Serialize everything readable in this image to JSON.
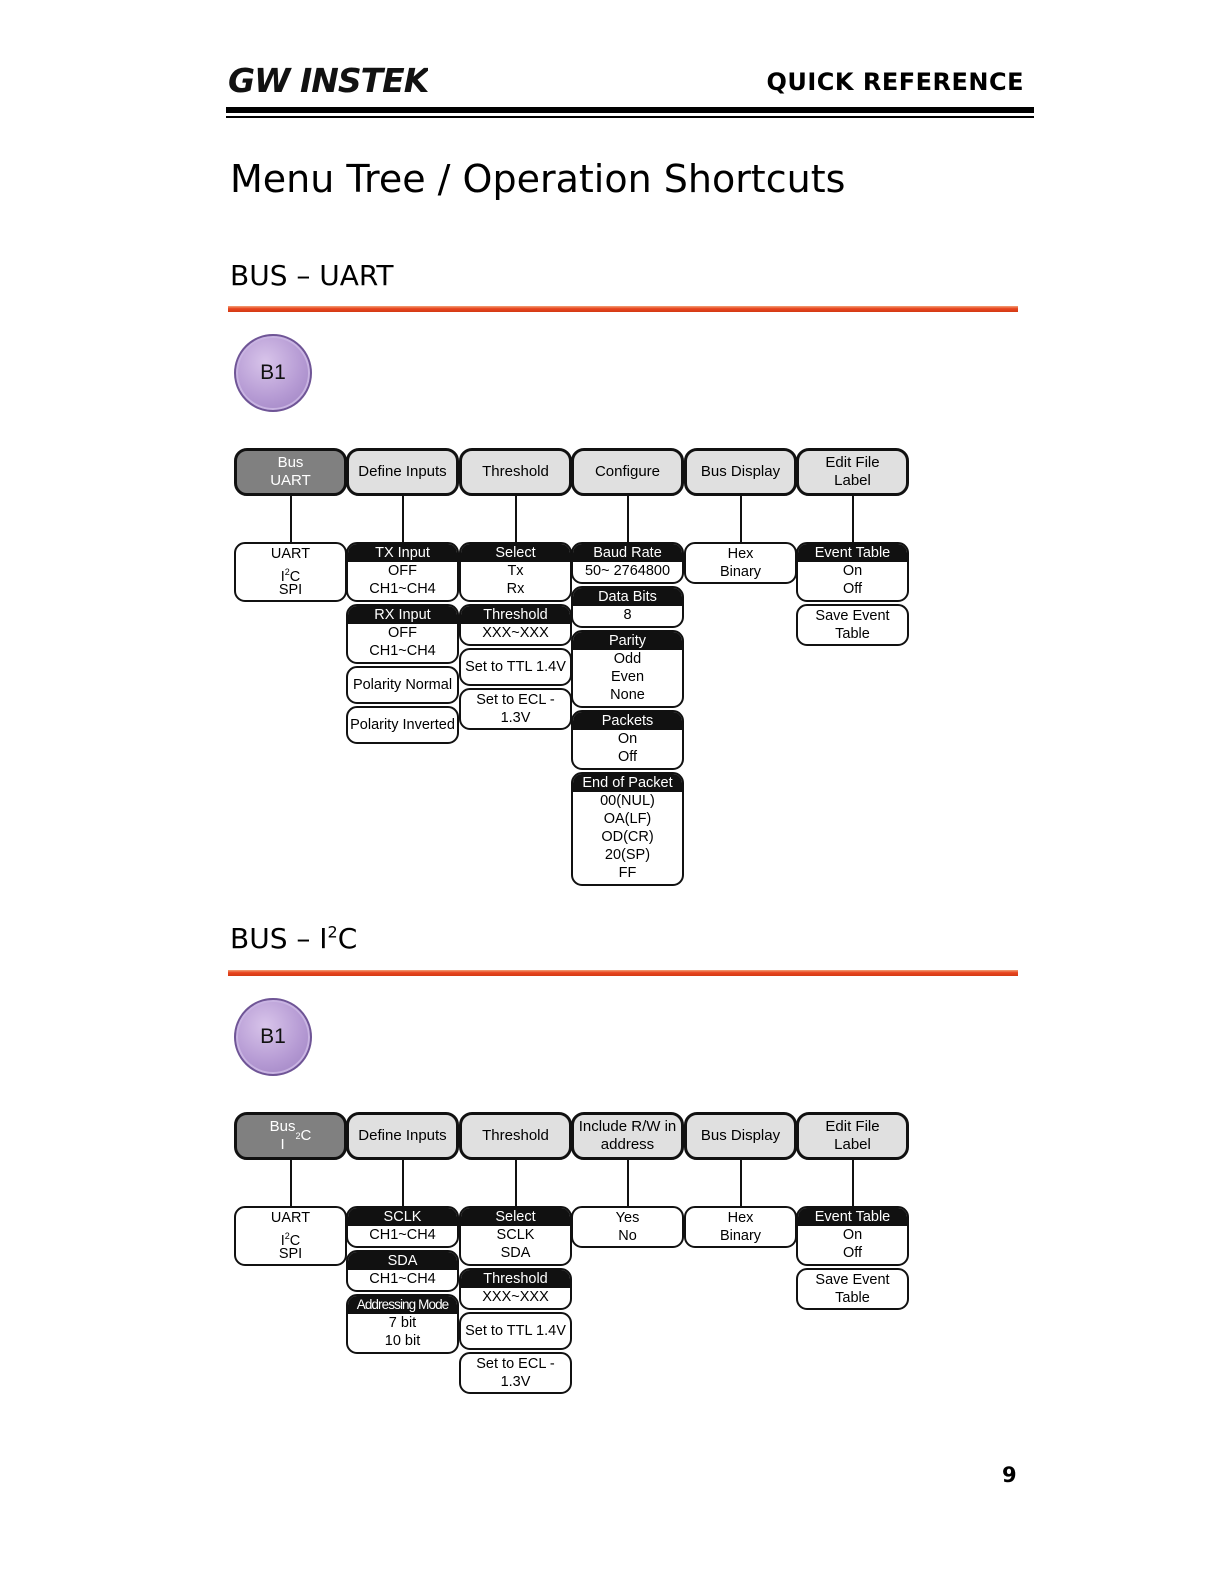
{
  "header": {
    "brand": "GW INSTEK",
    "title": "QUICK REFERENCE"
  },
  "page_title": "Menu Tree / Operation Shortcuts",
  "sections": [
    {
      "title": "BUS – UART",
      "bus_key": "B1",
      "softkeys": [
        {
          "label": "Bus\nUART",
          "active": true
        },
        {
          "label": "Define Inputs"
        },
        {
          "label": "Threshold"
        },
        {
          "label": "Configure"
        },
        {
          "label": "Bus Display"
        },
        {
          "label": "Edit File\nLabel"
        }
      ],
      "columns": [
        [
          {
            "options": [
              "UART",
              "I2C",
              "SPI"
            ]
          }
        ],
        [
          {
            "header": "TX Input",
            "options": [
              "OFF",
              "CH1~CH4"
            ]
          },
          {
            "header": "RX Input",
            "options": [
              "OFF",
              "CH1~CH4"
            ]
          },
          {
            "options": [
              "Polarity Normal"
            ]
          },
          {
            "options": [
              "Polarity Inverted"
            ]
          }
        ],
        [
          {
            "header": "Select",
            "options": [
              "Tx",
              "Rx"
            ]
          },
          {
            "header": "Threshold",
            "options": [
              "XXX~XXX"
            ]
          },
          {
            "options": [
              "Set to TTL 1.4V"
            ]
          },
          {
            "options": [
              "Set to ECL -",
              "1.3V"
            ]
          }
        ],
        [
          {
            "header": "Baud Rate",
            "options": [
              "50~ 2764800"
            ]
          },
          {
            "header": "Data Bits",
            "options": [
              "8"
            ]
          },
          {
            "header": "Parity",
            "options": [
              "Odd",
              "Even",
              "None"
            ]
          },
          {
            "header": "Packets",
            "options": [
              "On",
              "Off"
            ]
          },
          {
            "header": "End of Packet",
            "options": [
              "00(NUL)",
              "OA(LF)",
              "OD(CR)",
              "20(SP)",
              "FF"
            ]
          }
        ],
        [
          {
            "options": [
              "Hex",
              "Binary"
            ]
          }
        ],
        [
          {
            "header": "Event Table",
            "options": [
              "On",
              "Off"
            ]
          },
          {
            "options": [
              "Save Event",
              "Table"
            ]
          }
        ]
      ]
    },
    {
      "title": "BUS – I2C",
      "bus_key": "B1",
      "softkeys": [
        {
          "label": "Bus\nI2C",
          "active": true
        },
        {
          "label": "Define Inputs"
        },
        {
          "label": "Threshold"
        },
        {
          "label": "Include R/W in\naddress"
        },
        {
          "label": "Bus Display"
        },
        {
          "label": "Edit File\nLabel"
        }
      ],
      "columns": [
        [
          {
            "options": [
              "UART",
              "I2C",
              "SPI"
            ]
          }
        ],
        [
          {
            "header": "SCLK",
            "options": [
              "CH1~CH4"
            ]
          },
          {
            "header": "SDA",
            "options": [
              "CH1~CH4"
            ]
          },
          {
            "header": "Addressing Mode",
            "options": [
              "7 bit",
              "10 bit"
            ]
          }
        ],
        [
          {
            "header": "Select",
            "options": [
              "SCLK",
              "SDA"
            ]
          },
          {
            "header": "Threshold",
            "options": [
              "XXX~XXX"
            ]
          },
          {
            "options": [
              "Set to TTL 1.4V"
            ]
          },
          {
            "options": [
              "Set to ECL -",
              "1.3V"
            ]
          }
        ],
        [
          {
            "options": [
              "Yes",
              "No"
            ]
          }
        ],
        [
          {
            "options": [
              "Hex",
              "Binary"
            ]
          }
        ],
        [
          {
            "header": "Event Table",
            "options": [
              "On",
              "Off"
            ]
          },
          {
            "options": [
              "Save Event",
              "Table"
            ]
          }
        ]
      ]
    }
  ],
  "page_number": "9"
}
